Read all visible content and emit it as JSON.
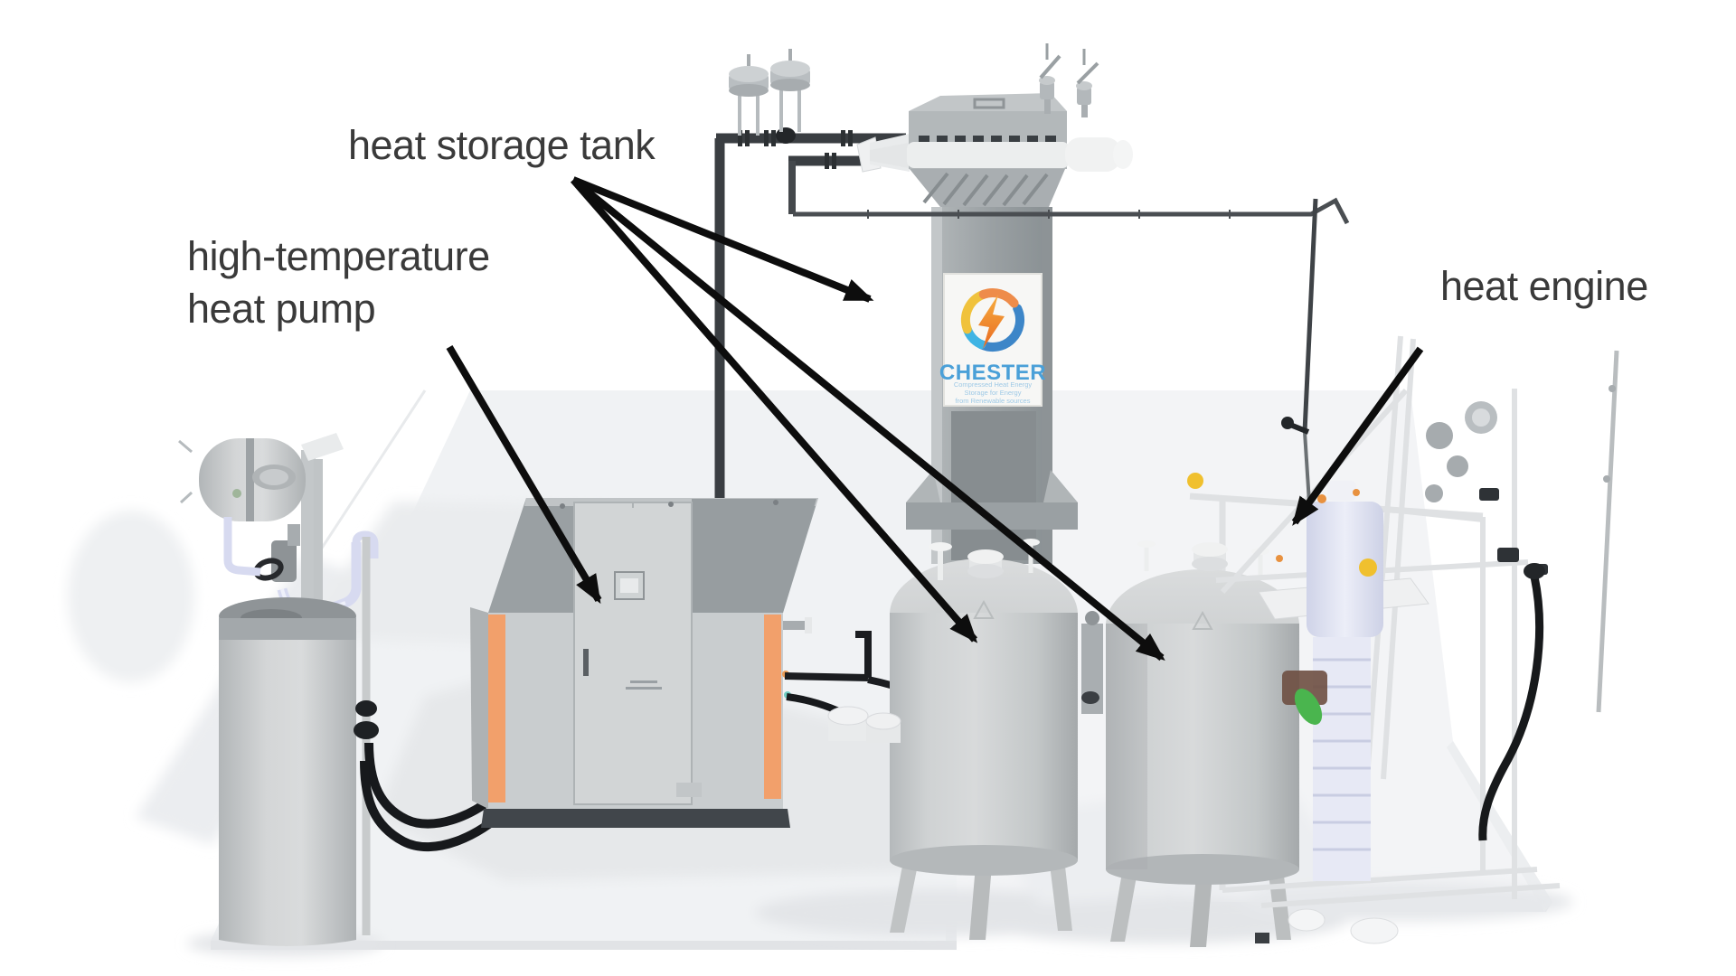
{
  "annotations": {
    "heat_storage_tank": {
      "label": "heat storage tank"
    },
    "high_temperature_heat_pump": {
      "lines": [
        "high-temperature",
        "heat pump"
      ]
    },
    "heat_engine": {
      "label": "heat engine"
    }
  },
  "logo": {
    "name": "CHESTER",
    "tagline_lines": [
      "Compressed Heat Energy",
      "Storage for Energy",
      "from Renewable sources"
    ]
  },
  "colors": {
    "annotation_text": "#3a3a3a",
    "arrow": "#0d0d0d",
    "cabinet_accent_orange": "#f2a06b",
    "logo_ring_yellow": "#f0c23c",
    "logo_ring_orange": "#ee8c4a",
    "logo_ring_blue": "#3d86c8",
    "logo_ring_lightblue": "#3fb4e4",
    "logo_bolt_orange": "#ee7f2c",
    "logo_wordmark_blue": "#4aa0d8",
    "logo_tagline_blue": "#9ec9e6",
    "valve_green": "#4ab54e",
    "handle_yellow": "#f0c02e"
  }
}
